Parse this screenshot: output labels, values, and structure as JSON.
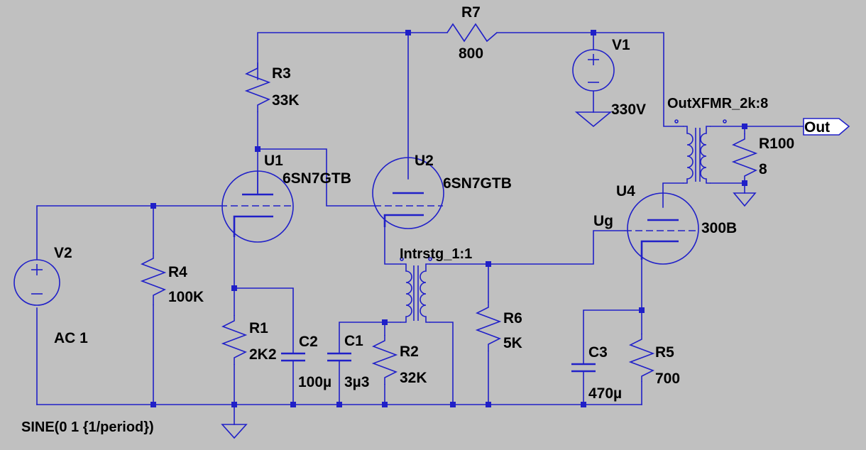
{
  "schematic": {
    "components": {
      "R7": {
        "ref": "R7",
        "value": "800"
      },
      "R3": {
        "ref": "R3",
        "value": "33K"
      },
      "V1": {
        "ref": "V1",
        "value": "330V"
      },
      "U1": {
        "ref": "U1",
        "value": "6SN7GTB"
      },
      "U2": {
        "ref": "U2",
        "value": "6SN7GTB"
      },
      "U4": {
        "ref": "U4",
        "value": "300B"
      },
      "V2": {
        "ref": "V2",
        "value": "AC 1",
        "spec": "SINE(0 1 {1/period})"
      },
      "R4": {
        "ref": "R4",
        "value": "100K"
      },
      "R1": {
        "ref": "R1",
        "value": "2K2"
      },
      "C2": {
        "ref": "C2",
        "value": "100µ"
      },
      "C1": {
        "ref": "C1",
        "value": "3µ3"
      },
      "R2": {
        "ref": "R2",
        "value": "32K"
      },
      "R6": {
        "ref": "R6",
        "value": "5K"
      },
      "C3": {
        "ref": "C3",
        "value": "470µ"
      },
      "R5": {
        "ref": "R5",
        "value": "700"
      },
      "R100": {
        "ref": "R100",
        "value": "8"
      },
      "T1": {
        "ref": "Intrstg_1:1"
      },
      "T2": {
        "ref": "OutXFMR_2k:8"
      }
    },
    "nets": {
      "ug": "Ug",
      "out": "Out"
    },
    "colors": {
      "background": "#c0c0c0",
      "wire": "#2020c8",
      "text": "#000000"
    }
  }
}
